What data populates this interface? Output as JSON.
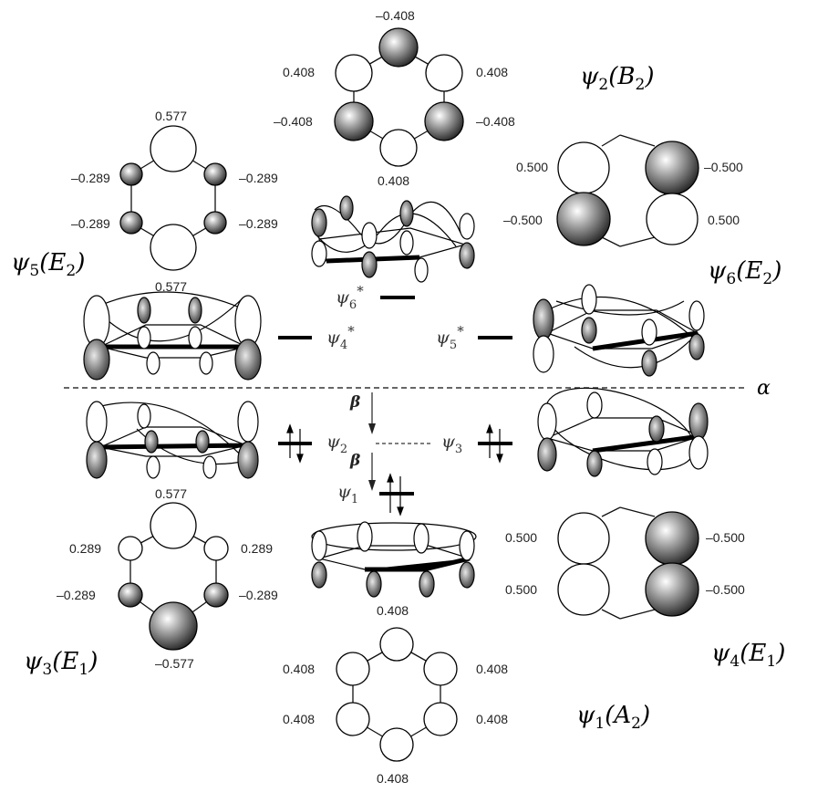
{
  "alpha_label": "α",
  "beta_upper": "β",
  "beta_lower": "β",
  "levels": {
    "psi1": {
      "label": "ψ",
      "sub": "1",
      "star": ""
    },
    "psi2": {
      "label": "ψ",
      "sub": "2",
      "star": ""
    },
    "psi3": {
      "label": "ψ",
      "sub": "3",
      "star": ""
    },
    "psi4s": {
      "label": "ψ",
      "sub": "4",
      "star": "*"
    },
    "psi5s": {
      "label": "ψ",
      "sub": "5",
      "star": "*"
    },
    "psi6s": {
      "label": "ψ",
      "sub": "6",
      "star": "*"
    }
  },
  "orbitals": {
    "psi1": {
      "name": "ψ",
      "sub": "1",
      "sym": "A",
      "symsub": "2",
      "coef": {
        "top": "0.408",
        "ul": "0.408",
        "ur": "0.408",
        "ll": "0.408",
        "lr": "0.408",
        "bottom": "0.408"
      }
    },
    "psi2": {
      "name": "ψ",
      "sub": "2",
      "sym": "B",
      "symsub": "2",
      "coef": {
        "top": "–0.408",
        "ul": "0.408",
        "ur": "0.408",
        "ll": "–0.408",
        "lr": "–0.408",
        "bottom": "0.408"
      }
    },
    "psi3": {
      "name": "ψ",
      "sub": "3",
      "sym": "E",
      "symsub": "1",
      "coef": {
        "top": "0.577",
        "ul": "0.289",
        "ur": "0.289",
        "ll": "–0.289",
        "lr": "–0.289",
        "bottom": "–0.577"
      }
    },
    "psi4": {
      "name": "ψ",
      "sub": "4",
      "sym": "E",
      "symsub": "1",
      "coef": {
        "ul": "0.500",
        "ur": "–0.500",
        "ll": "0.500",
        "lr": "–0.500"
      }
    },
    "psi5": {
      "name": "ψ",
      "sub": "5",
      "sym": "E",
      "symsub": "2",
      "coef": {
        "top": "0.577",
        "ul": "–0.289",
        "ur": "–0.289",
        "ll": "–0.289",
        "lr": "–0.289",
        "bottom": "0.577"
      }
    },
    "psi6": {
      "name": "ψ",
      "sub": "6",
      "sym": "E",
      "symsub": "2",
      "coef": {
        "ul": "0.500",
        "ur": "–0.500",
        "ll": "–0.500",
        "lr": "0.500"
      }
    }
  }
}
